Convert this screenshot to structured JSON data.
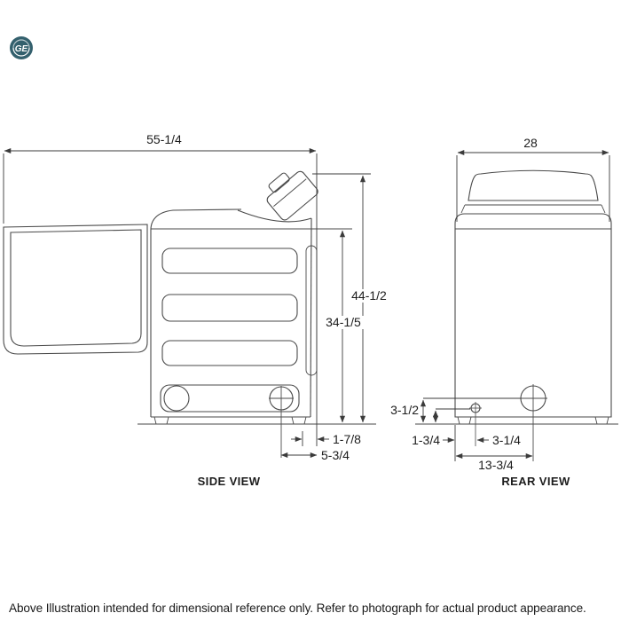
{
  "brand": {
    "monogram": "GE"
  },
  "side_view": {
    "label": "SIDE VIEW",
    "dim_width_with_lid": "55-1/4",
    "dim_total_height": "44-1/2",
    "dim_body_height": "34-1/5",
    "dim_rear_offset_small": "1-7/8",
    "dim_rear_offset_large": "5-3/4"
  },
  "rear_view": {
    "label": "REAR VIEW",
    "dim_width": "28",
    "dim_drain_height": "3-1/2",
    "dim_leg_height": "1-3/4",
    "dim_leg_offset": "3-1/4",
    "dim_drain_offset": "13-3/4"
  },
  "footer": {
    "note": "Above Illustration intended for dimensional reference only. Refer to photograph for actual product appearance."
  },
  "colors": {
    "line": "#454545",
    "text": "#1c1c1c",
    "logo": "#33606d"
  }
}
